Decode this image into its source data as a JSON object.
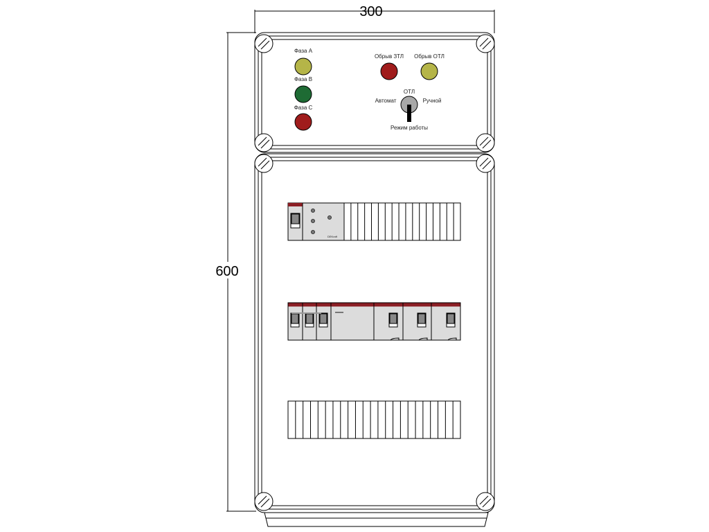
{
  "dimensions": {
    "width_label": "300",
    "height_label": "600"
  },
  "door_panel": {
    "phase_lamps": [
      {
        "label": "Фаза A",
        "color": "#b5b548"
      },
      {
        "label": "Фаза B",
        "color": "#1e6b34"
      },
      {
        "label": "Фаза C",
        "color": "#a01c1c"
      }
    ],
    "status_lamps": [
      {
        "label": "Обрыв ЗТЛ",
        "color": "#a01c1c"
      },
      {
        "label": "Обрыв ОТЛ",
        "color": "#b5b548"
      }
    ],
    "selector": {
      "title": "ОТЛ",
      "left": "Автомат",
      "right": "Ручной",
      "caption": "Режим работы"
    }
  },
  "din_rows": {
    "module_label": "DEKraft",
    "accent": "#8b1e24"
  }
}
